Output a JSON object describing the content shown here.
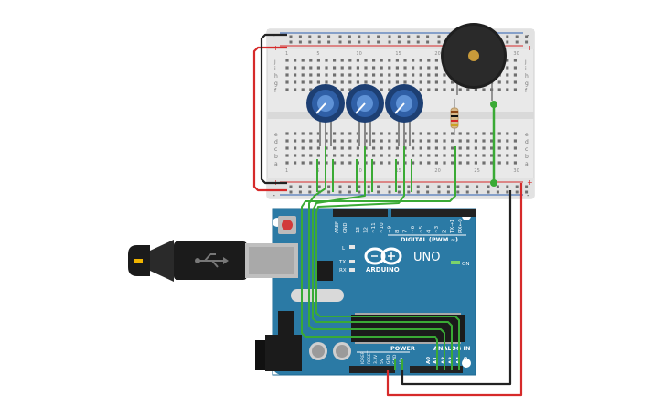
{
  "board": {
    "label_uno": "UNO",
    "label_arduino": "ARDUINO",
    "label_digital": "DIGITAL (PWM ~)",
    "label_power": "POWER",
    "label_analog": "ANALOG IN",
    "label_on": "ON",
    "label_l": "L",
    "label_tx": "TX",
    "label_rx": "RX",
    "label_aref": "AREF",
    "label_gnd": "GND",
    "digital_pins": [
      "13",
      "12",
      "~11",
      "~10",
      "~9",
      "8",
      "7",
      "~6",
      "~5",
      "4",
      "~3",
      "2",
      "TX→1",
      "RX←0"
    ],
    "power_pins": [
      "IOREF",
      "RESET",
      "3.3V",
      "5V",
      "GND",
      "GND",
      "Vin"
    ],
    "analog_pins": [
      "A0",
      "A1",
      "A2",
      "A3",
      "A4",
      "A5"
    ]
  },
  "breadboard": {
    "row_letters_top": [
      "j",
      "i",
      "h",
      "g",
      "f"
    ],
    "row_letters_bottom": [
      "e",
      "d",
      "c",
      "b",
      "a"
    ],
    "rail_plus": "+",
    "rail_minus": "-",
    "column_numbers": [
      "1",
      "5",
      "10",
      "15",
      "20",
      "25",
      "30"
    ]
  },
  "colors": {
    "board_blue": "#2b7aa5",
    "wire_green": "#3aaa35",
    "wire_red": "#d62a2a",
    "wire_black": "#222222",
    "breadboard": "#e9e9e9",
    "pot_blue": "#1d3f73"
  }
}
